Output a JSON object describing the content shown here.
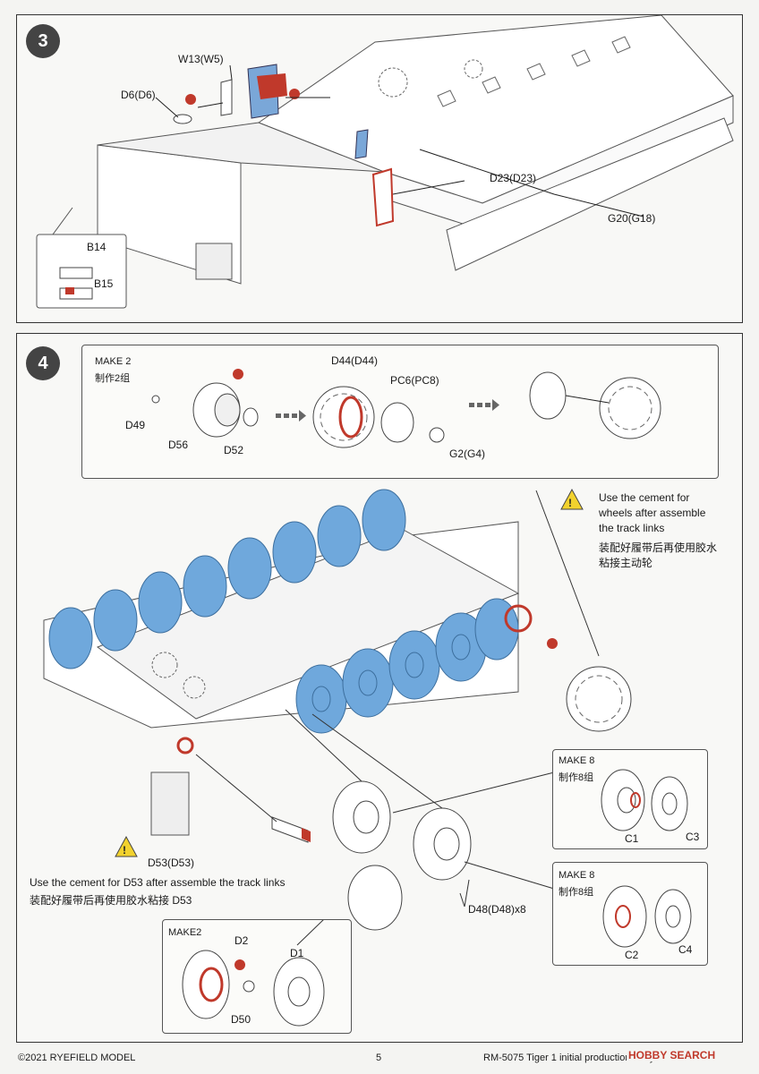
{
  "step3": {
    "number": "3",
    "labels": {
      "w13": "W13(W5)",
      "d6": "D6(D6)",
      "d23": "D23(D23)",
      "g20": "G20(G18)",
      "b14": "B14",
      "b15": "B15"
    }
  },
  "step4": {
    "number": "4",
    "sprocket": {
      "make": "MAKE 2",
      "make_cn": "制作2组",
      "d49": "D49",
      "d56": "D56",
      "d52": "D52",
      "d44": "D44(D44)",
      "pc6": "PC6(PC8)",
      "g2": "G2(G4)"
    },
    "sprocket_note": {
      "line1": "Use the cement for",
      "line2": "wheels after assemble",
      "line3": "the track links",
      "cn1": "装配好履带后再使用胶水",
      "cn2": "粘接主动轮"
    },
    "idler_note": {
      "en": "Use the cement for D53 after assemble the track links",
      "cn": "装配好履带后再使用胶水粘接 D53",
      "d53": "D53(D53)"
    },
    "d48": "D48(D48)x8",
    "wheels_a": {
      "make": "MAKE 8",
      "make_cn": "制作8组",
      "c1": "C1",
      "c3": "C3"
    },
    "wheels_b": {
      "make": "MAKE 8",
      "make_cn": "制作8组",
      "c2": "C2",
      "c4": "C4"
    },
    "idler": {
      "make": "MAKE2",
      "d2": "D2",
      "d1": "D1",
      "d50": "D50"
    }
  },
  "footer": {
    "copyright": "©2021 RYEFIELD MODEL",
    "page": "5",
    "product": "RM-5075  Tiger 1 initial production early 1943",
    "watermark": "HOBBY SEARCH"
  },
  "colors": {
    "wheel_blue": "#6fa8dc",
    "cement_red": "#c0392b",
    "warning_yellow": "#f2d22e",
    "frame": "#333333"
  }
}
